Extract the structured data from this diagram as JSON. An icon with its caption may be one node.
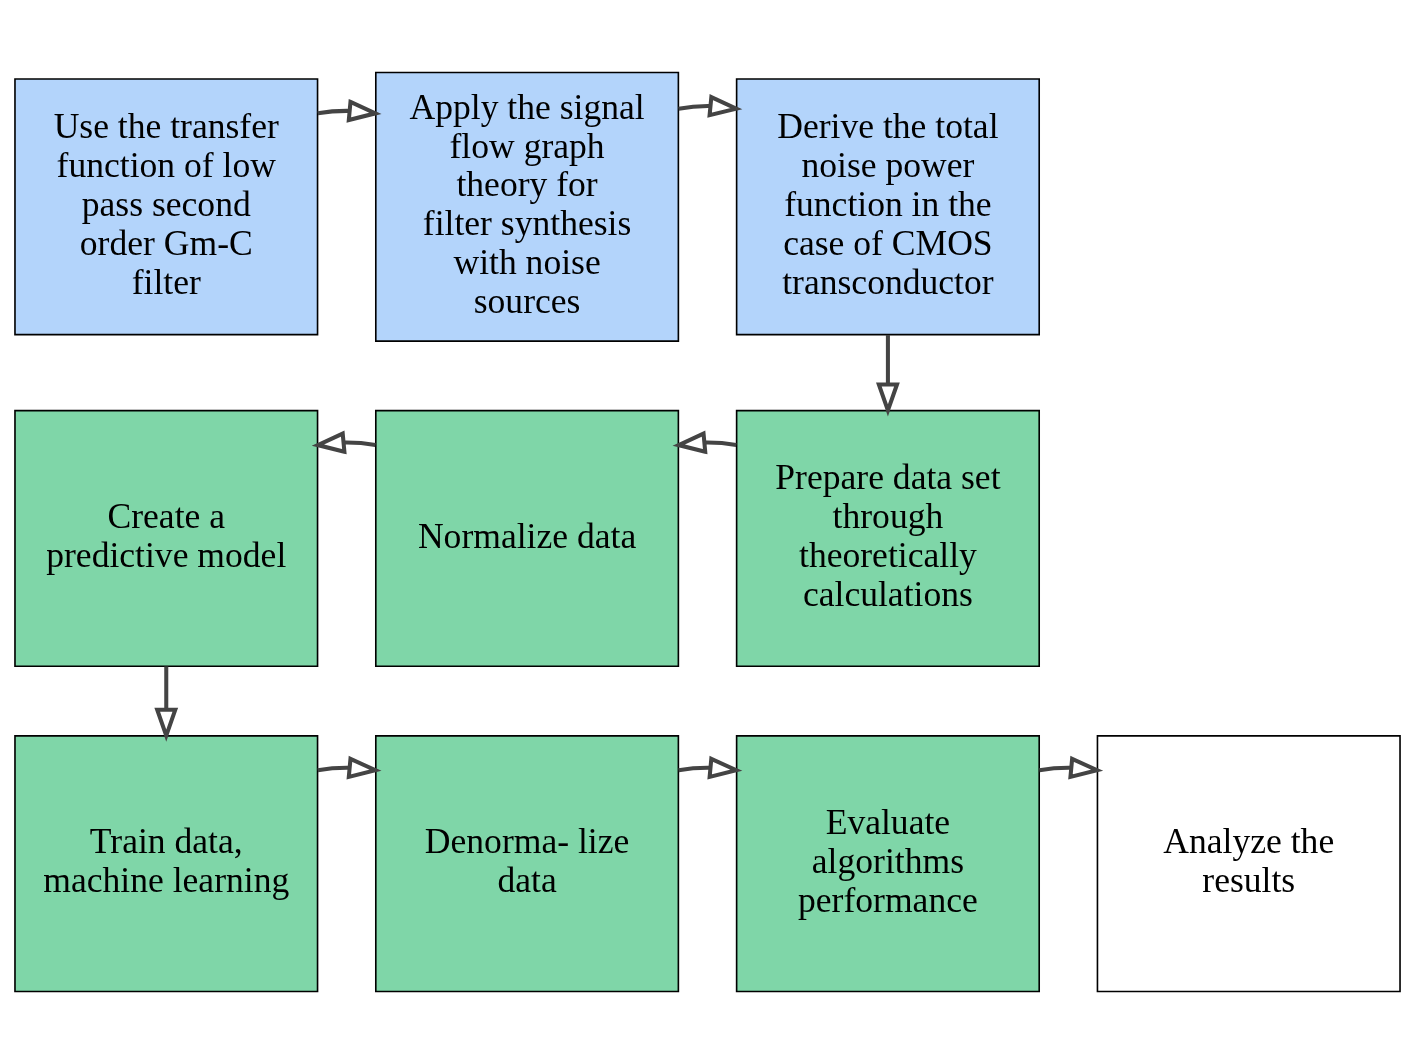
{
  "diagram": {
    "nodes": [
      {
        "text": [
          "Use the transfer function of low pass second order Gm-C filter"
        ]
      },
      {
        "text": [
          "Apply the signal flow graph theory for filter synthesis with noise sources"
        ]
      },
      {
        "text": [
          "Derive the total noise power function in the case of CMOS transconductor"
        ]
      },
      {
        "text": [
          "Create a predictive model"
        ]
      },
      {
        "text": [
          "Normalize data"
        ]
      },
      {
        "text": [
          "Prepare data set through theoretically calculations"
        ]
      },
      {
        "text": [
          "Train data, machine learning"
        ]
      },
      {
        "text": [
          "Denorma- lize data"
        ]
      },
      {
        "text": [
          "Evaluate algorithms performance"
        ]
      },
      {
        "text": [
          "Analyze the results"
        ]
      }
    ],
    "edges": [
      {
        "from": 0,
        "to": 1,
        "arrow": "to"
      },
      {
        "from": 1,
        "to": 2,
        "arrow": "to"
      },
      {
        "from": 2,
        "to": 5,
        "arrow": "to"
      },
      {
        "from": 5,
        "to": 4,
        "arrow": "to"
      },
      {
        "from": 4,
        "to": 3,
        "arrow": "to"
      },
      {
        "from": 3,
        "to": 6,
        "arrow": "to"
      },
      {
        "from": 6,
        "to": 7,
        "arrow": "to"
      },
      {
        "from": 7,
        "to": 8,
        "arrow": "to"
      },
      {
        "from": 8,
        "to": 9,
        "arrow": "to"
      }
    ]
  }
}
